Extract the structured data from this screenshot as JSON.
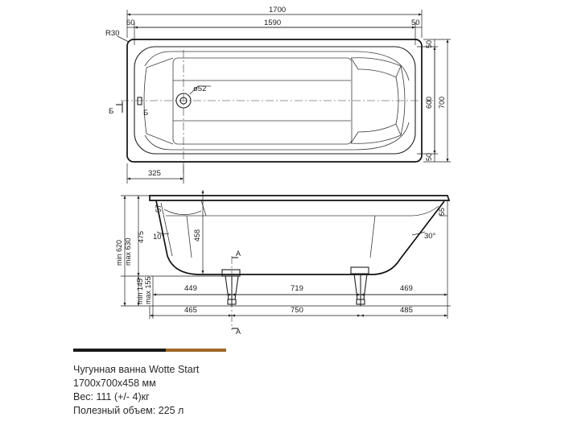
{
  "colors": {
    "line": "#1e1e1e",
    "bar_dark": "#1a1a1a",
    "bar_accent": "#a0672a"
  },
  "top_view": {
    "overall_length": "1700",
    "inner_length": "1590",
    "left_rim": "60",
    "right_rim": "50",
    "corner_radius": "R30",
    "drain_diameter": "ø52",
    "drain_offset": "325",
    "overall_width": "700",
    "inner_width": "600",
    "rim_top": "50",
    "rim_bottom": "50",
    "section_mark_left": "Б",
    "section_mark_right": "Б"
  },
  "side_view": {
    "height_range_1": "min 620",
    "height_range_2": "max 630",
    "tub_height": "475",
    "foot_range_1": "min 145",
    "foot_range_2": "max 155",
    "inner_depth": "458",
    "rim_left": "57",
    "rim_right": "55",
    "angle_left": "10°",
    "angle_right": "30°",
    "inner_left": "449",
    "inner_middle": "719",
    "inner_right": "469",
    "outer_left": "465",
    "outer_middle": "750",
    "outer_right": "485",
    "section_mark_top": "A",
    "section_mark_bottom": "A"
  },
  "caption": {
    "line1": "Чугунная ванна Wotte Start",
    "line2": "1700x700x458 мм",
    "line3": "Вес: 111 (+/- 4)кг",
    "line4": "Полезный объем: 225 л"
  }
}
